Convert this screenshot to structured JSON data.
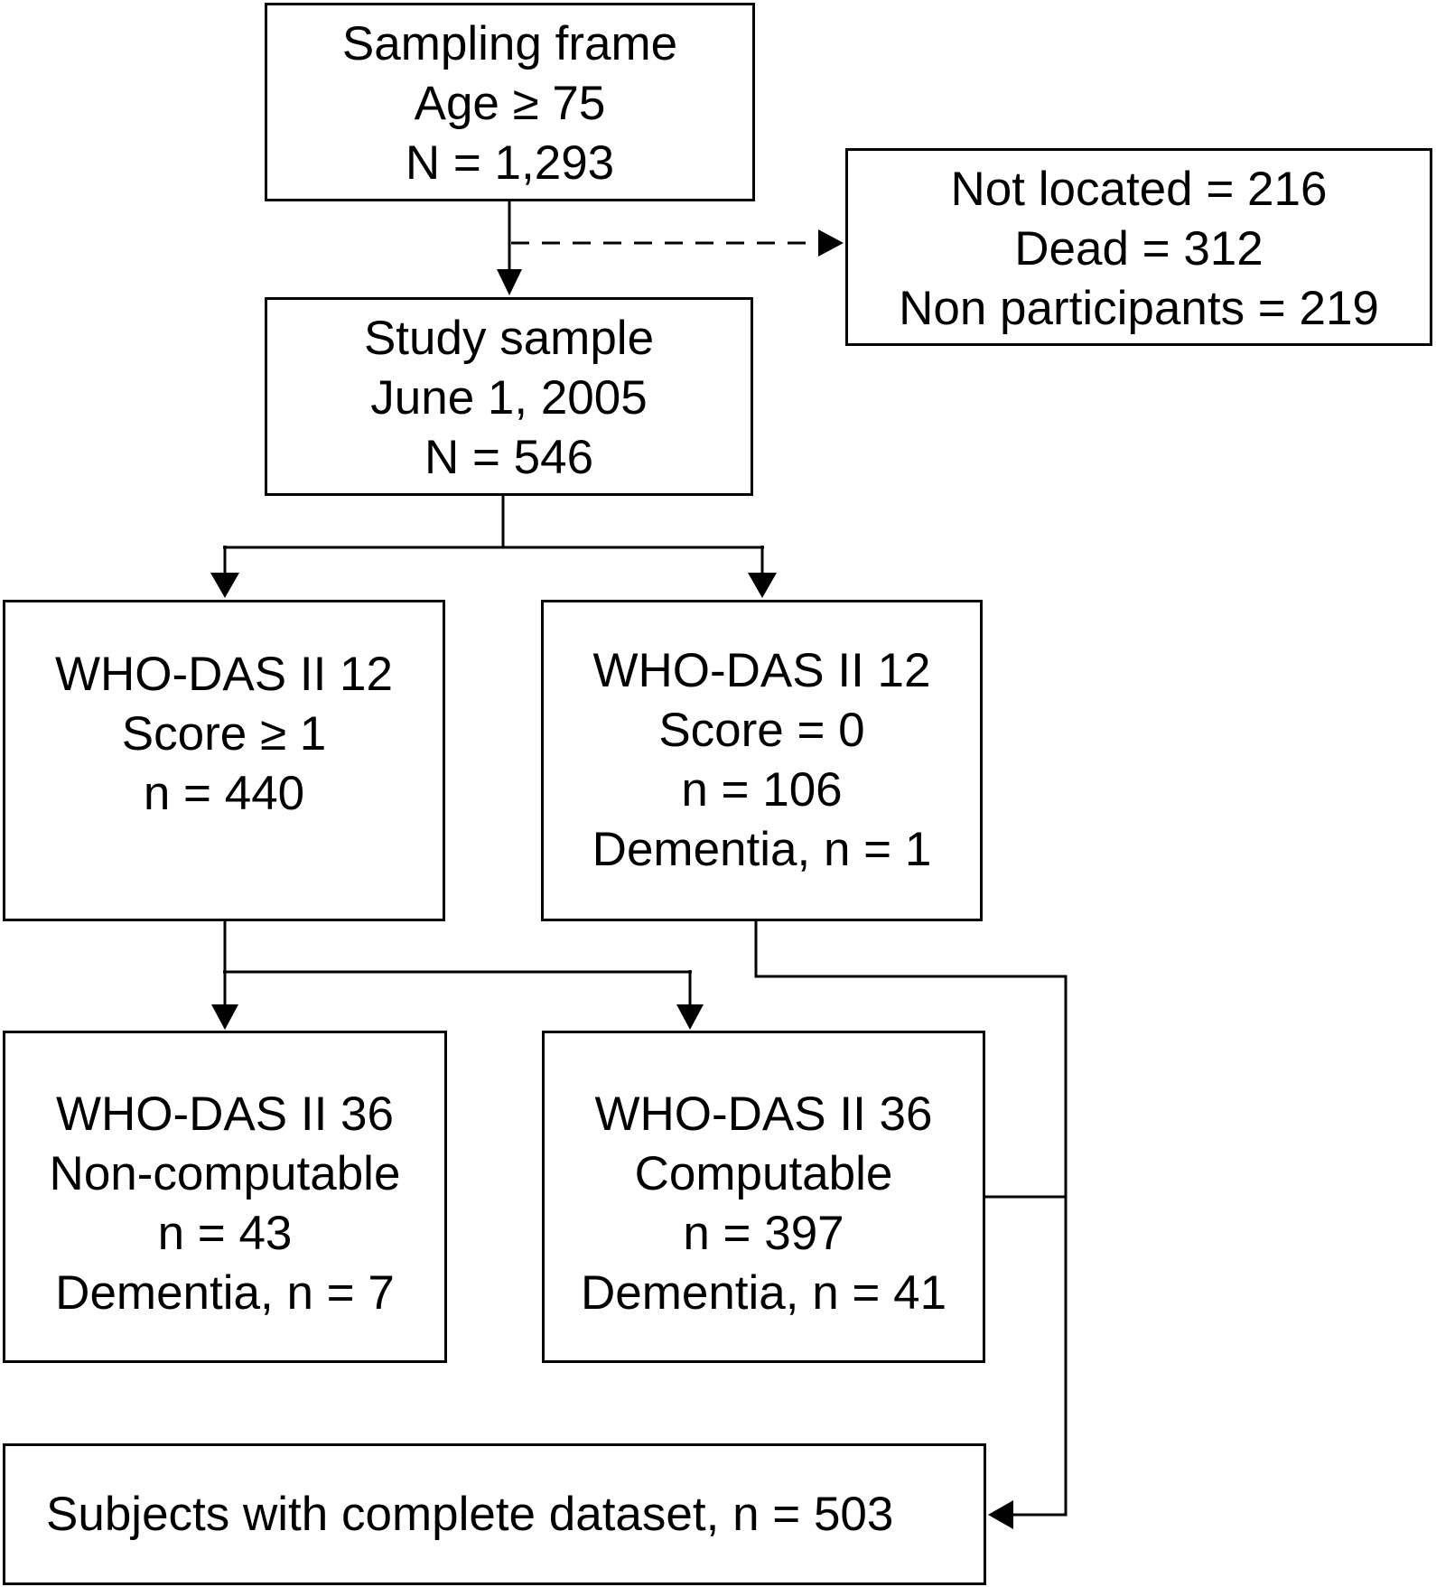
{
  "sampling_frame": {
    "line1": "Sampling frame",
    "line2": "Age ≥ 75",
    "line3": "N = 1,293"
  },
  "excluded": {
    "line1": "Not located = 216",
    "line2": "Dead = 312",
    "line3": "Non participants = 219"
  },
  "study_sample": {
    "line1": "Study sample",
    "line2": "June 1, 2005",
    "line3": "N = 546"
  },
  "das12_positive": {
    "line1": "WHO-DAS II 12",
    "line2": "Score ≥ 1",
    "line3": "n = 440"
  },
  "das12_zero": {
    "line1": "WHO-DAS II 12",
    "line2": "Score = 0",
    "line3": "n = 106",
    "line4": "Dementia, n = 1"
  },
  "das36_noncomputable": {
    "line1": "WHO-DAS II 36",
    "line2": "Non-computable",
    "line3": "n = 43",
    "line4": "Dementia, n = 7"
  },
  "das36_computable": {
    "line1": "WHO-DAS II 36",
    "line2": "Computable",
    "line3": "n = 397",
    "line4": "Dementia, n = 41"
  },
  "complete_dataset": {
    "line1": "Subjects with complete dataset, n = 503"
  },
  "colors": {
    "line": "#000000",
    "box_border": "#000000",
    "background": "#ffffff"
  }
}
